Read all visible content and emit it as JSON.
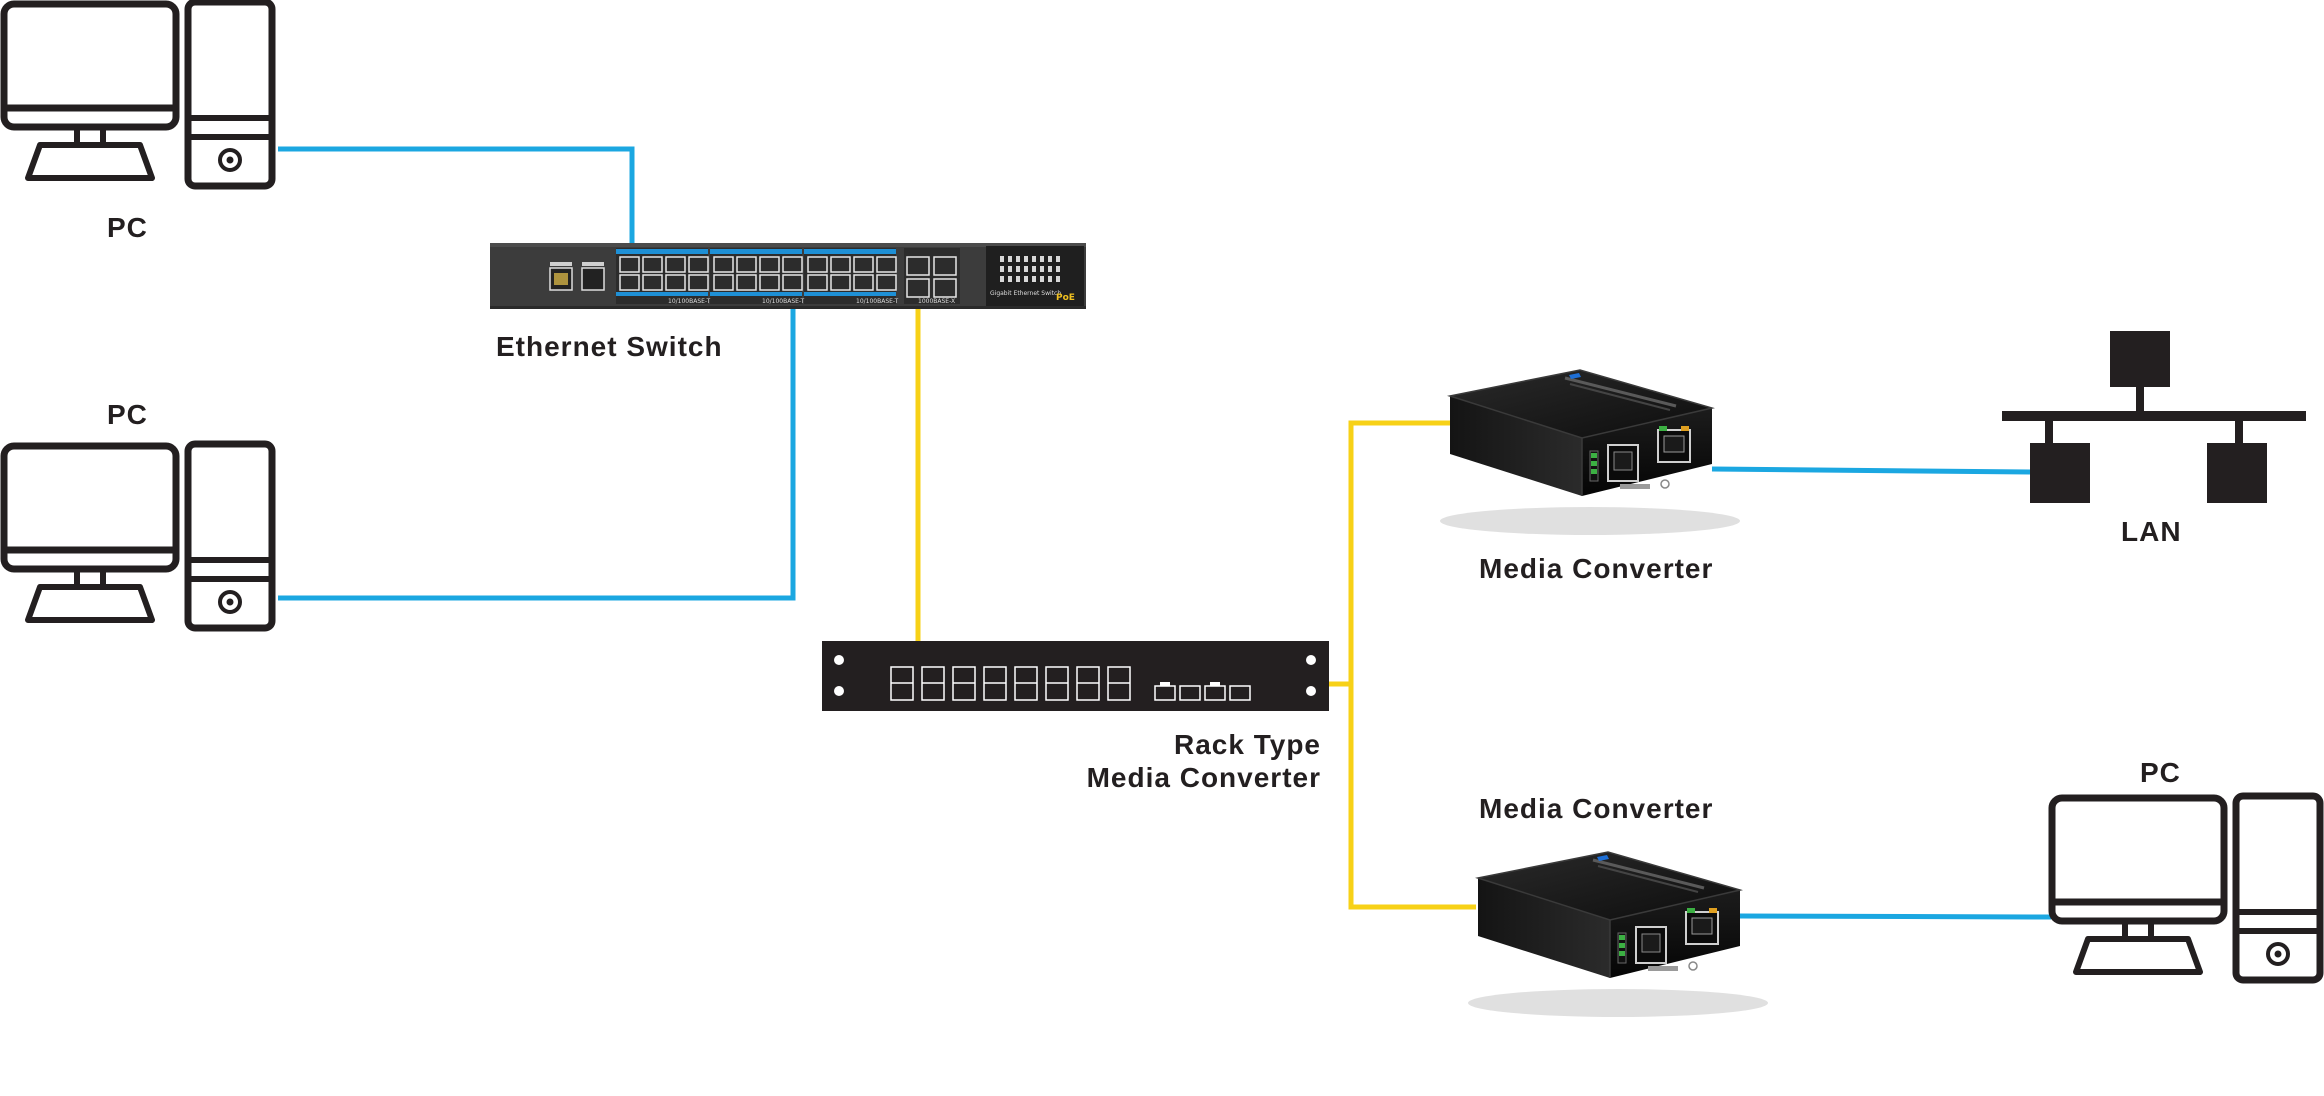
{
  "labels": {
    "pc_top_left": "PC",
    "pc_mid_left": "PC",
    "ethernet_switch": "Ethernet Switch",
    "rack_line1": "Rack Type",
    "rack_line2": "Media Converter",
    "media_converter_top": "Media Converter",
    "media_converter_bottom": "Media Converter",
    "lan": "LAN",
    "pc_right": "PC"
  },
  "switch_panel": {
    "port_group_1": "10/100BASE-T",
    "port_group_2": "10/100BASE-T",
    "port_group_3": "10/100BASE-T",
    "sfp_group": "1000BASE-X",
    "brand": "Gigabit Ethernet Switch",
    "poe_badge": "PoE"
  },
  "colors": {
    "ethernet_link": "#1ba7e1",
    "fiber_link": "#f7d117",
    "device_body": "#231f20",
    "switch_body": "#3c3c3c",
    "switch_accent": "#1e90d6"
  },
  "icons": {
    "pc": "desktop-computer-icon",
    "lan": "network-bus-icon"
  }
}
